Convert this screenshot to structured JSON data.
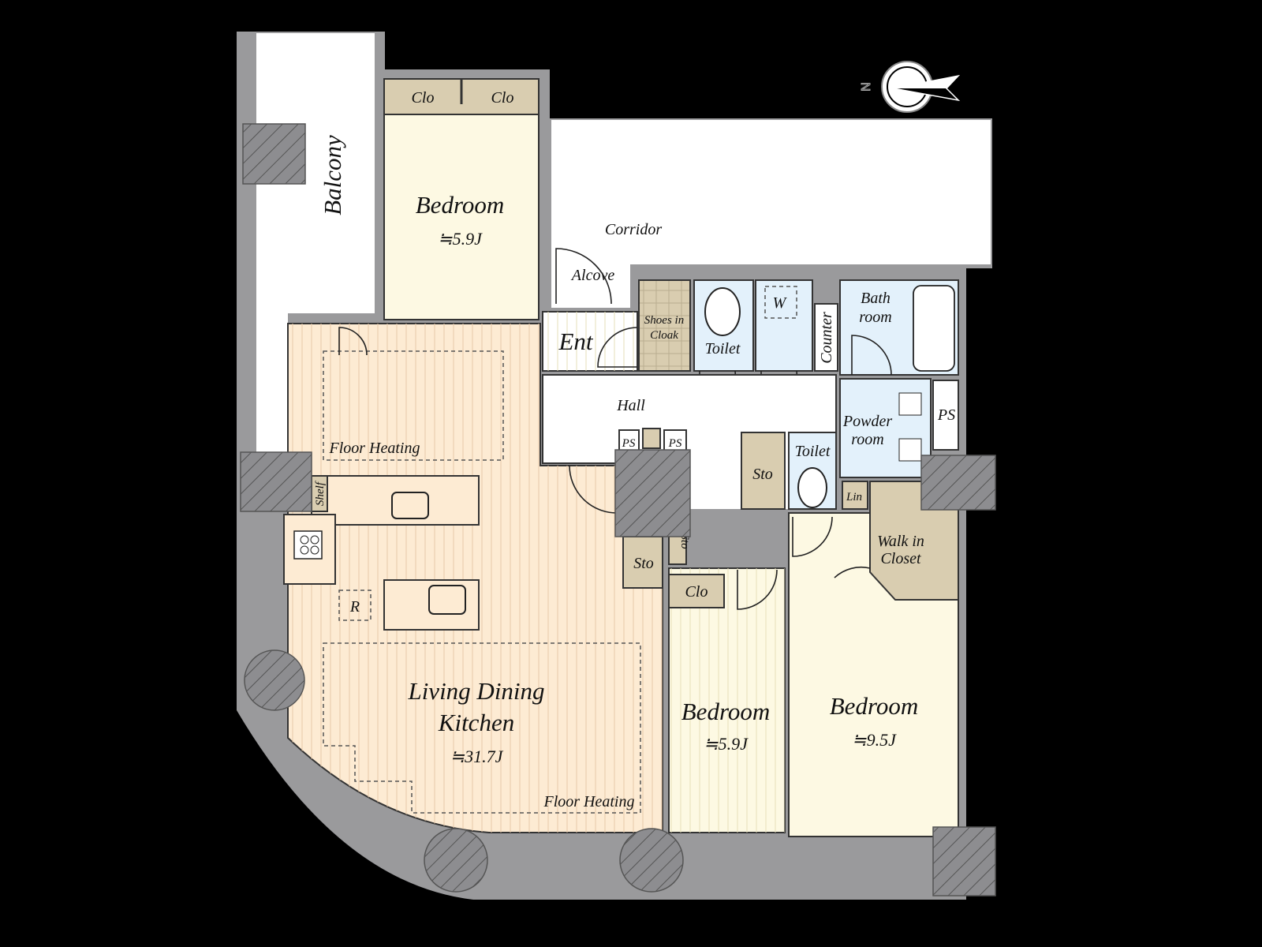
{
  "colors": {
    "background": "#000000",
    "wall": "#9a9a9c",
    "living": "#fdebd3",
    "bedroom": "#fdf9e3",
    "wet_area": "#e3f1fb",
    "storage": "#d9cdb0",
    "common": "#ffffff"
  },
  "compass": {
    "letter": "N",
    "icon": "north-arrow-icon"
  },
  "rooms": {
    "balcony": "Balcony",
    "bedroom_top": {
      "name": "Bedroom",
      "area": "≒5.9J"
    },
    "closet_top_1": "Clo",
    "closet_top_2": "Clo",
    "corridor": "Corridor",
    "alcove": "Alcove",
    "entrance": "Ent",
    "shoes_cloak": [
      "Shoes in",
      "Cloak"
    ],
    "toilet_1": "Toilet",
    "washer": "W",
    "counter": "Counter",
    "bath": [
      "Bath",
      "room"
    ],
    "hall": "Hall",
    "powder": [
      "Powder",
      "room"
    ],
    "ps_1": "PS",
    "ps_2": "PS",
    "ps_3": "PS",
    "storage_1": "Sto",
    "toilet_2": "Toilet",
    "linen": "Lin",
    "walk_in": [
      "Walk in",
      "Closet"
    ],
    "storage_2": "Sto",
    "storage_3": "Sto",
    "closet_mid": "Clo",
    "shelf": "Shelf",
    "fridge": "R",
    "floor_heating_1": "Floor Heating",
    "floor_heating_2": "Floor Heating",
    "ldk": {
      "name_1": "Living Dining",
      "name_2": "Kitchen",
      "area": "≒31.7J"
    },
    "bedroom_mid": {
      "name": "Bedroom",
      "area": "≒5.9J"
    },
    "bedroom_right": {
      "name": "Bedroom",
      "area": "≒9.5J"
    }
  }
}
